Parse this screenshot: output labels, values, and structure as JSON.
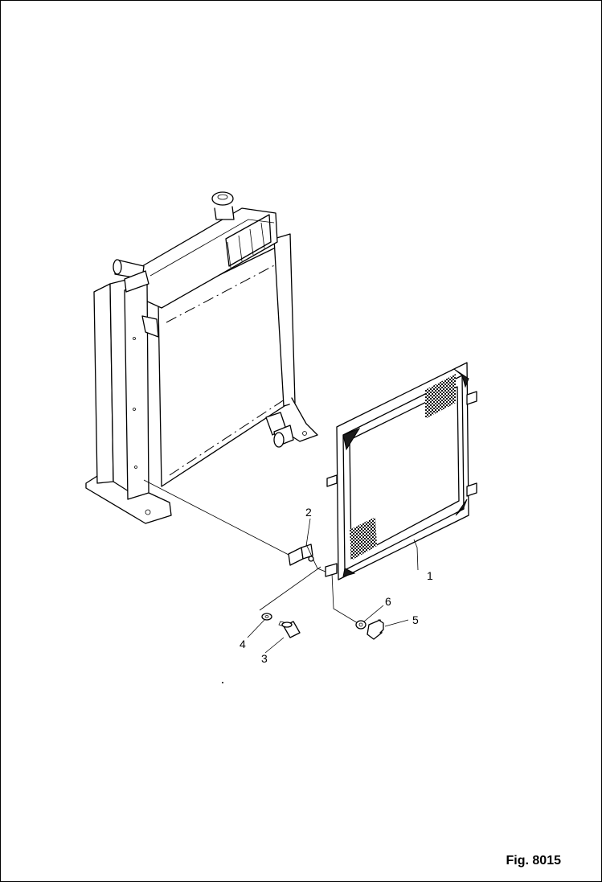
{
  "figure": {
    "caption": "Fig. 8015"
  },
  "callouts": [
    {
      "id": "1",
      "text": "1"
    },
    {
      "id": "2",
      "text": "2"
    },
    {
      "id": "3",
      "text": "3"
    },
    {
      "id": "4",
      "text": "4"
    },
    {
      "id": "5",
      "text": "5"
    },
    {
      "id": "6",
      "text": "6"
    }
  ]
}
